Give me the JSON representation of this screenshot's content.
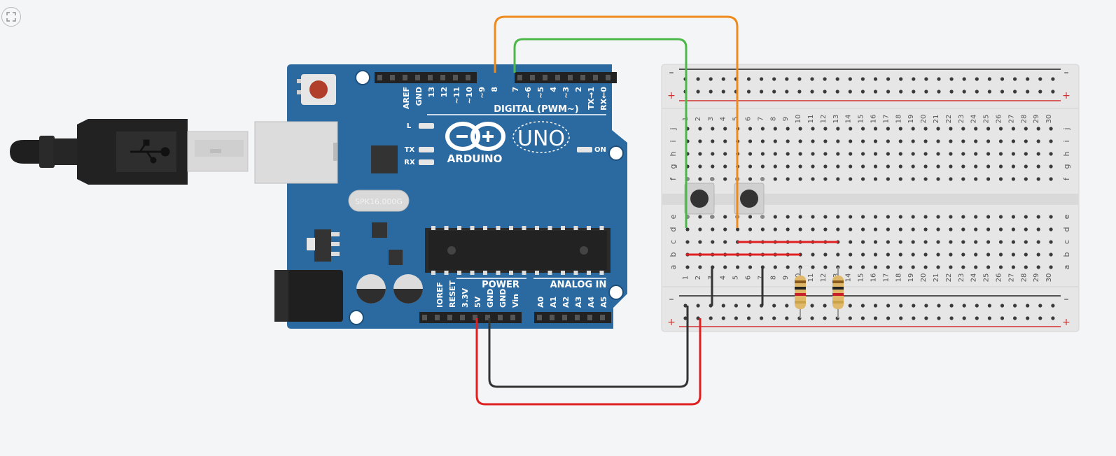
{
  "toolbar": {
    "fit_button_icon": "fit-to-view-icon"
  },
  "arduino": {
    "brand": "ARDUINO",
    "model": "UNO",
    "digital_label": "DIGITAL (PWM~)",
    "power_label": "POWER",
    "analog_label": "ANALOG IN",
    "on_label": "ON",
    "l_label": "L",
    "tx_label": "TX",
    "rx_label": "RX",
    "crystal_label": "SPK16.000G",
    "digital_pins_left": [
      "AREF",
      "GND",
      "13",
      "12",
      "~11",
      "~10",
      "~9",
      "8"
    ],
    "digital_pins_right": [
      "7",
      "~6",
      "~5",
      "4",
      "~3",
      "2",
      "TX→1",
      "RX←0"
    ],
    "power_pins": [
      "IOREF",
      "RESET",
      "3.3V",
      "5V",
      "GND",
      "GND",
      "Vin"
    ],
    "analog_pins": [
      "A0",
      "A1",
      "A2",
      "A3",
      "A4",
      "A5"
    ]
  },
  "breadboard": {
    "columns": 30,
    "rows_top": [
      "j",
      "i",
      "h",
      "g",
      "f"
    ],
    "rows_bottom": [
      "e",
      "d",
      "c",
      "b",
      "a"
    ],
    "rail_minus": "–",
    "rail_plus": "+"
  },
  "colors": {
    "board": "#2b6aa1",
    "wire_orange": "#ef8b1c",
    "wire_green": "#4cb84a",
    "wire_red": "#e02020",
    "wire_black": "#333333",
    "rail_red": "#d03030",
    "breadboard": "#e6e6e6"
  },
  "components": {
    "pushbuttons": 2,
    "resistors": 2
  }
}
